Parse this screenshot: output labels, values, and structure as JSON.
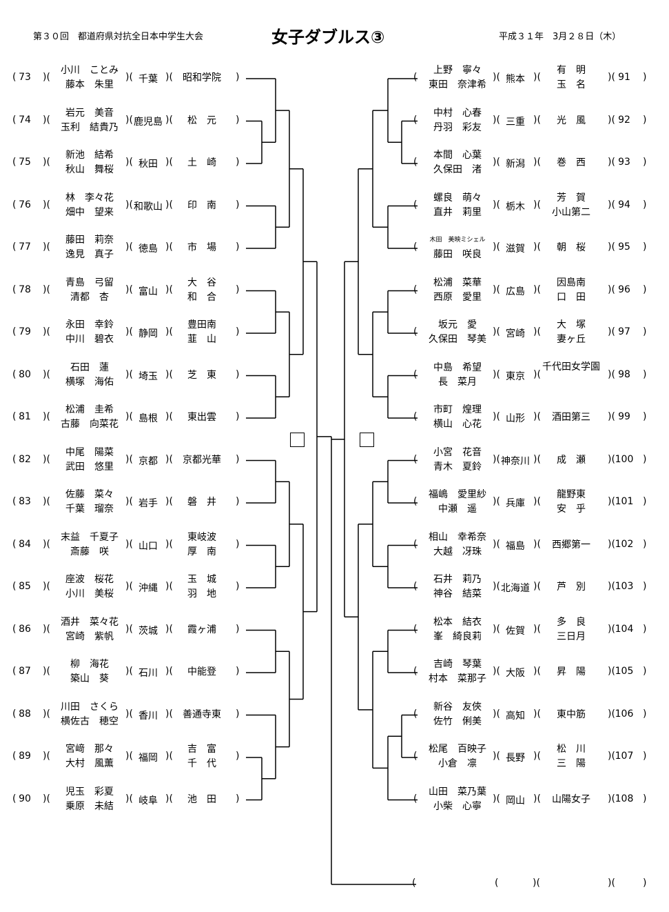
{
  "header": {
    "left": "第３０回　都道府県対抗全日本中学生大会",
    "title": "女子ダブルス③",
    "date": "平成３１年　3月２８日（木）"
  },
  "left_entries": [
    {
      "num": "73",
      "p1": "小川　ことみ",
      "p2": "藤本　朱里",
      "pref": "千葉",
      "school": [
        "昭和学院"
      ]
    },
    {
      "num": "74",
      "p1": "岩元　美音",
      "p2": "玉利　結貴乃",
      "pref": "鹿児島",
      "school": [
        "松　元"
      ]
    },
    {
      "num": "75",
      "p1": "新池　結希",
      "p2": "秋山　舞桜",
      "pref": "秋田",
      "school": [
        "土　崎"
      ]
    },
    {
      "num": "76",
      "p1": "林　李々花",
      "p2": "畑中　望来",
      "pref": "和歌山",
      "school": [
        "印　南"
      ]
    },
    {
      "num": "77",
      "p1": "藤田　莉奈",
      "p2": "逸見　真子",
      "pref": "徳島",
      "school": [
        "市　場"
      ]
    },
    {
      "num": "78",
      "p1": "青島　弓留",
      "p2": "清都　杏",
      "pref": "富山",
      "school": [
        "大　谷",
        "和　合"
      ]
    },
    {
      "num": "79",
      "p1": "永田　幸鈴",
      "p2": "中川　碧衣",
      "pref": "静岡",
      "school": [
        "豊田南",
        "韮　山"
      ]
    },
    {
      "num": "80",
      "p1": "石田　蓮",
      "p2": "横塚　海佑",
      "pref": "埼玉",
      "school": [
        "芝　東"
      ]
    },
    {
      "num": "81",
      "p1": "松浦　圭希",
      "p2": "古藤　向菜花",
      "pref": "島根",
      "school": [
        "東出雲"
      ]
    },
    {
      "num": "82",
      "p1": "中尾　陽菜",
      "p2": "武田　悠里",
      "pref": "京都",
      "school": [
        "京都光華"
      ]
    },
    {
      "num": "83",
      "p1": "佐藤　菜々",
      "p2": "千葉　瑠奈",
      "pref": "岩手",
      "school": [
        "磐　井"
      ]
    },
    {
      "num": "84",
      "p1": "末益　千夏子",
      "p2": "斎藤　咲",
      "pref": "山口",
      "school": [
        "東岐波",
        "厚　南"
      ]
    },
    {
      "num": "85",
      "p1": "座波　桜花",
      "p2": "小川　美桜",
      "pref": "沖縄",
      "school": [
        "玉　城",
        "羽　地"
      ]
    },
    {
      "num": "86",
      "p1": "酒井　菜々花",
      "p2": "宮崎　紫帆",
      "pref": "茨城",
      "school": [
        "霞ヶ浦"
      ]
    },
    {
      "num": "87",
      "p1": "柳　海花",
      "p2": "築山　葵",
      "pref": "石川",
      "school": [
        "中能登"
      ]
    },
    {
      "num": "88",
      "p1": "川田　さくら",
      "p2": "横佐古　穂空",
      "pref": "香川",
      "school": [
        "善通寺東"
      ]
    },
    {
      "num": "89",
      "p1": "宮﨑　那々",
      "p2": "大村　風薫",
      "pref": "福岡",
      "school": [
        "吉　富",
        "千　代"
      ]
    },
    {
      "num": "90",
      "p1": "児玉　彩夏",
      "p2": "乗原　未結",
      "pref": "岐阜",
      "school": [
        "池　田"
      ]
    }
  ],
  "right_entries": [
    {
      "num": "91",
      "p1": "上野　寧々",
      "p2": "東田　奈津希",
      "pref": "熊本",
      "school": [
        "有　明",
        "玉　名"
      ]
    },
    {
      "num": "92",
      "p1": "中村　心春",
      "p2": "丹羽　彩友",
      "pref": "三重",
      "school": [
        "光　風"
      ]
    },
    {
      "num": "93",
      "p1": "本間　心葉",
      "p2": "久保田　渚",
      "pref": "新潟",
      "school": [
        "巻　西"
      ]
    },
    {
      "num": "94",
      "p1": "螺良　萌々",
      "p2": "直井　莉里",
      "pref": "栃木",
      "school": [
        "芳　賀",
        "小山第二"
      ]
    },
    {
      "num": "95",
      "p1": "木田　美映ミシェル",
      "p2": "藤田　咲良",
      "pref": "滋賀",
      "school": [
        "朝　桜"
      ],
      "p1_small": true
    },
    {
      "num": "96",
      "p1": "松浦　菜華",
      "p2": "西原　愛里",
      "pref": "広島",
      "school": [
        "因島南",
        "口　田"
      ]
    },
    {
      "num": "97",
      "p1": "坂元　愛",
      "p2": "久保田　琴美",
      "pref": "宮崎",
      "school": [
        "大　塚",
        "妻ヶ丘"
      ]
    },
    {
      "num": "98",
      "p1": "中島　希望",
      "p2": "長　菜月",
      "pref": "東京",
      "school": [
        "千代田女学園"
      ],
      "school_wrap": true
    },
    {
      "num": "99",
      "p1": "市町　煌理",
      "p2": "横山　心花",
      "pref": "山形",
      "school": [
        "酒田第三"
      ]
    },
    {
      "num": "100",
      "p1": "小宮　花音",
      "p2": "青木　夏鈴",
      "pref": "神奈川",
      "school": [
        "成　瀬"
      ]
    },
    {
      "num": "101",
      "p1": "福嶋　愛里紗",
      "p2": "中瀬　遥",
      "pref": "兵庫",
      "school": [
        "龍野東",
        "安　乎"
      ]
    },
    {
      "num": "102",
      "p1": "相山　幸希奈",
      "p2": "大越　冴珠",
      "pref": "福島",
      "school": [
        "西郷第一"
      ]
    },
    {
      "num": "103",
      "p1": "石井　莉乃",
      "p2": "神谷　結菜",
      "pref": "北海道",
      "school": [
        "芦　別"
      ]
    },
    {
      "num": "104",
      "p1": "松本　結衣",
      "p2": "峯　綺良莉",
      "pref": "佐賀",
      "school": [
        "多　良",
        "三日月"
      ]
    },
    {
      "num": "105",
      "p1": "吉崎　琴葉",
      "p2": "村本　菜那子",
      "pref": "大阪",
      "school": [
        "昇　陽"
      ]
    },
    {
      "num": "106",
      "p1": "新谷　友俠",
      "p2": "佐竹　俐美",
      "pref": "高知",
      "school": [
        "東中筋"
      ]
    },
    {
      "num": "107",
      "p1": "松尾　百映子",
      "p2": "小倉　凛",
      "pref": "長野",
      "school": [
        "松　川",
        "三　陽"
      ]
    },
    {
      "num": "108",
      "p1": "山田　菜乃葉",
      "p2": "小柴　心寧",
      "pref": "岡山",
      "school": [
        "山陽女子"
      ]
    }
  ]
}
